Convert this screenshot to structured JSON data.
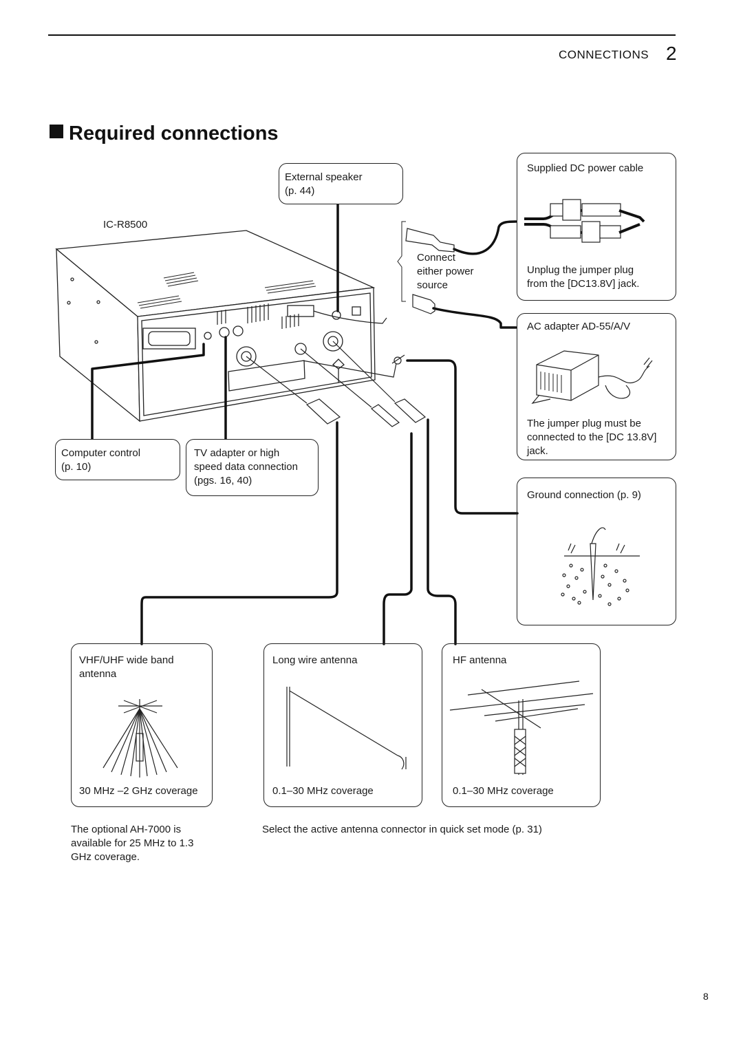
{
  "header": {
    "chapter_name": "CONNECTIONS",
    "chapter_number": "2"
  },
  "section_title": "Required connections",
  "page_number": "8",
  "device": {
    "model_label": "IC-R8500"
  },
  "callouts": {
    "external_speaker": "External speaker\n(p. 44)",
    "connect_power": "Connect\neither power\nsource",
    "computer_control": "Computer control\n(p. 10)",
    "tv_adapter": "TV adapter or high\nspeed data connection\n(pgs. 16, 40)"
  },
  "dc_cable": {
    "title": "Supplied DC power cable",
    "note": "Unplug the jumper plug\nfrom the [DC13.8V] jack."
  },
  "ac_adapter": {
    "title": "AC adapter AD-55/A/V",
    "note": "The jumper plug must be\nconnected to the [DC 13.8V]\njack."
  },
  "ground": {
    "title": "Ground connection (p. 9)"
  },
  "antennas": [
    {
      "title": "VHF/UHF wide band\nantenna",
      "coverage": "30 MHz –2 GHz coverage"
    },
    {
      "title": "Long wire antenna",
      "coverage": "0.1–30 MHz coverage"
    },
    {
      "title": "HF antenna",
      "coverage": "0.1–30 MHz coverage"
    }
  ],
  "notes": {
    "optional_antenna": "The optional AH-7000 is\navailable for 25 MHz to 1.3\nGHz coverage.",
    "select_connector": "Select the active antenna connector in quick set mode (p. 31)"
  }
}
